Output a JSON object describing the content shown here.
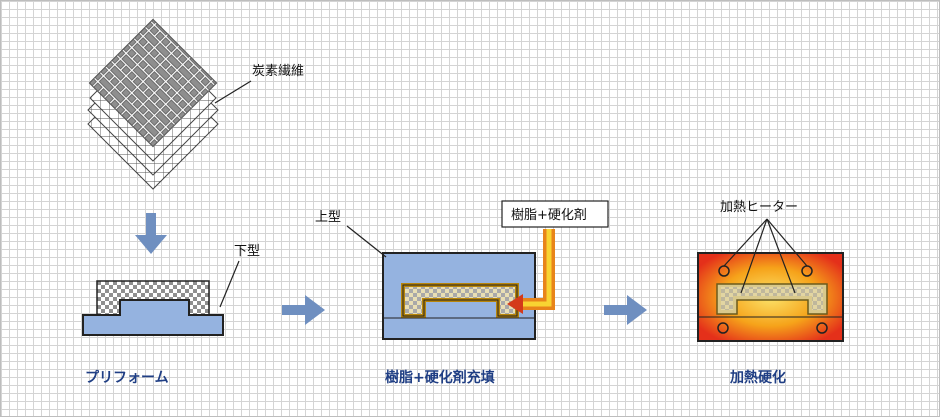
{
  "labels": {
    "carbon_fiber": "炭素繊維",
    "lower_mold": "下型",
    "upper_mold": "上型",
    "resin_hardener": "樹脂+硬化剤",
    "heater": "加熱ヒーター"
  },
  "captions": {
    "preform": "プリフォーム",
    "resin_fill": "樹脂+硬化剤充填",
    "heat_cure": "加熱硬化"
  },
  "colors": {
    "mold_blue": "#95b3e0",
    "arrow_blue": "#6f8fc0",
    "fill_tan": "#d9c98c",
    "resin_yellow": "#f2c21a",
    "resin_orange": "#e8841a",
    "heat_red": "#e8341a",
    "heat_orange": "#f6a31a",
    "caption_navy": "#1f3e84"
  }
}
